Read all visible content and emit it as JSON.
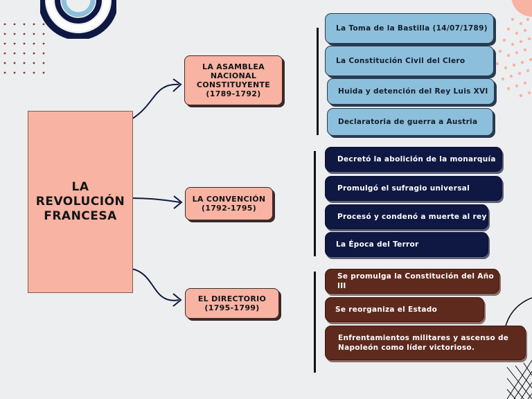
{
  "main": {
    "title_lines": [
      "LA",
      "REVOLUCIÓN",
      "FRANCESA"
    ]
  },
  "phases": [
    {
      "label": "LA ASAMBLEA NACIONAL CONSTITUYENTE (1789-1792)"
    },
    {
      "label": "LA CONVENCIÓN (1792-1795)"
    },
    {
      "label": "EL DIRECTORIO (1795-1799)"
    }
  ],
  "asamblea_items": [
    "La Toma de la Bastilla (14/07/1789)",
    "La Constitución Civil del Clero",
    "Huida y detención del Rey Luis XVI",
    "Declaratoria de guerra a Austria"
  ],
  "convencion_items": [
    "Decretó la abolición de la monarquía",
    "Promulgó el sufragio universal",
    "Procesó y condenó a muerte al rey",
    "La Época del Terror"
  ],
  "directorio_items": [
    "Se promulga la Constitución del Año III",
    "Se reorganiza el Estado",
    "Enfrentamientos militares y ascenso de Napoleón como líder victorioso."
  ],
  "colors": {
    "background": "#edeef0",
    "salmon": "#f8b3a3",
    "light_blue": "#8cbfdc",
    "navy": "#0f1842",
    "brown": "#5e2a1e"
  }
}
